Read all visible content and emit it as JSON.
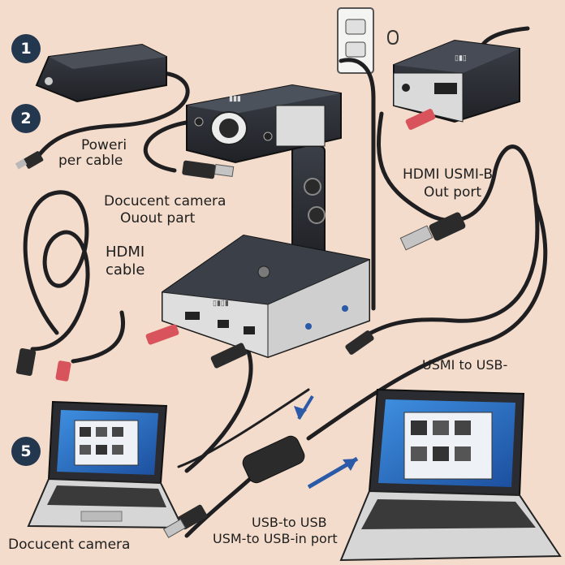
{
  "steps": {
    "one": "1",
    "two": "2",
    "five": "5"
  },
  "labels": {
    "power_line1": "Poweri",
    "power_line2": "per cable",
    "doc_cam_line1": "Docucent camera",
    "doc_cam_line2": "Ouout part",
    "hdmi_line1": "HDMI",
    "hdmi_line2": "cable",
    "hdmi_usb_line1": "HDMI USMI-B",
    "hdmi_usb_line2": "Out port",
    "usmi_usb": "USMI to USB-",
    "bottom_left": "Docucent camera",
    "usb_line1": "USB-to USB",
    "usb_line2": "USM-to USB-in port"
  },
  "device_text": {
    "camera": "▮▮▮",
    "hub": "▯▮▯▮",
    "capture": "▯▮▯"
  },
  "colors": {
    "background": "#f3dccb",
    "device": "#2e3138",
    "device_light": "#dcdcdc",
    "cable": "#1f1f22",
    "connector_red": "#d9535c",
    "screen_blue": "#2a6fc2",
    "badge": "#23374f",
    "arrow": "#2b5aa8"
  }
}
